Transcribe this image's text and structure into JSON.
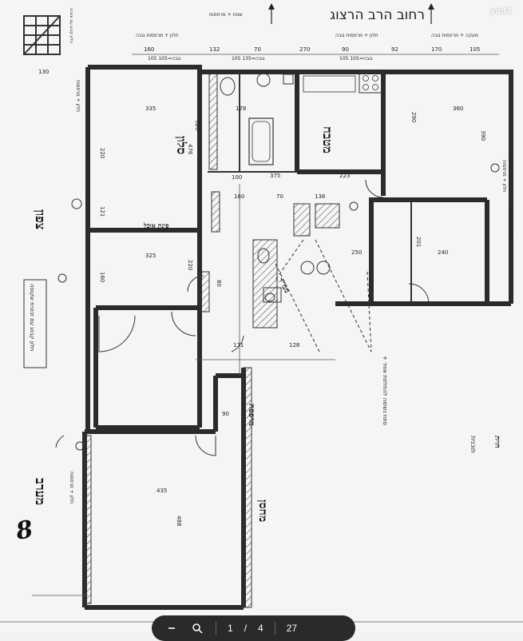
{
  "street": {
    "label": "רחוב הרב הרצוג"
  },
  "brand": {
    "logo": "yad2"
  },
  "rooms": [
    {
      "id": "salon",
      "label": "סלון"
    },
    {
      "id": "kitchen",
      "label": "מטבח"
    },
    {
      "id": "dining",
      "label": "פינת אוכל"
    },
    {
      "id": "mamad",
      "label": "ממ\"ד"
    },
    {
      "id": "balcony",
      "label": "מרפסת"
    },
    {
      "id": "storage",
      "label": "מחסן"
    }
  ],
  "side_labels": {
    "left_top": "צפון",
    "left_bottom": "מערב",
    "right": "חזית"
  },
  "dimensions": {
    "top": [
      "160",
      "132",
      "70",
      "270",
      "90",
      "92",
      "170",
      "105"
    ],
    "top2": [
      "105 גובה=105",
      "105 גובה=135",
      "105 גובה=105"
    ],
    "rooms": [
      "335",
      "476",
      "326",
      "220",
      "121",
      "325",
      "220",
      "160",
      "178",
      "375",
      "223",
      "160",
      "70",
      "136",
      "290",
      "360",
      "390",
      "250",
      "240",
      "201",
      "435",
      "488",
      "171",
      "128",
      "90",
      "80",
      "100",
      "130"
    ]
  },
  "notes": {
    "left": "חלון קבוע עם זכוכית שקופה",
    "bottom_right": "תוכנית",
    "right_note": "+ פתח נשימה להחלפת אוויר"
  },
  "toolbar": {
    "page_current": "1",
    "page_sep": "/",
    "page_total": "4",
    "zoom": "27"
  },
  "scribble": "8"
}
